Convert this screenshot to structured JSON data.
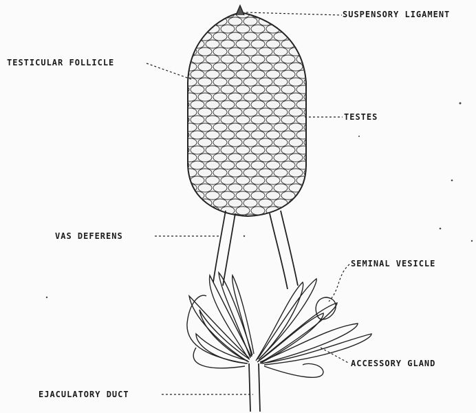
{
  "diagram": {
    "labels": {
      "suspensory_ligament": "SUSPENSORY LIGAMENT",
      "testicular_follicle": "TESTICULAR FOLLICLE",
      "testes": "TESTES",
      "vas_deferens": "VAS DEFERENS",
      "seminal_vesicle": "SEMINAL VESICLE",
      "accessory_gland": "ACCESSORY GLAND",
      "ejaculatory_duct": "EJACULATORY DUCT"
    }
  }
}
